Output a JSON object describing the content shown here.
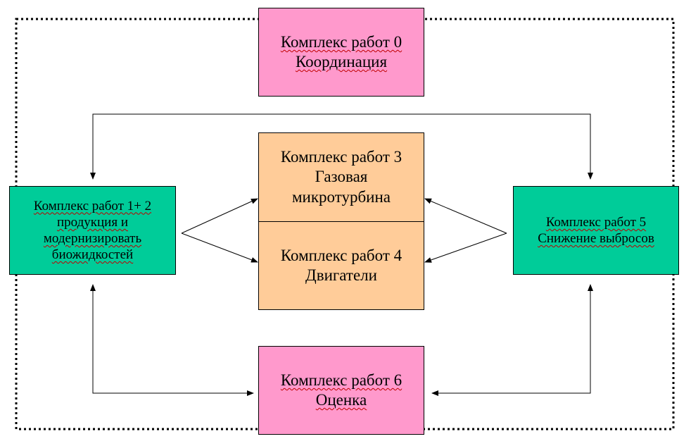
{
  "diagram": {
    "boxes": {
      "wp0": {
        "lines": [
          "Комплекс работ 0",
          "Координация"
        ],
        "color": "#ff99cc"
      },
      "wp3": {
        "lines": [
          "Комплекс работ 3",
          "Газовая",
          "микротурбина"
        ],
        "color": "#ffcc99"
      },
      "wp4": {
        "lines": [
          "Комплекс работ 4",
          "Двигатели"
        ],
        "color": "#ffcc99"
      },
      "wp12": {
        "lines": [
          "Комплекс работ 1+ 2",
          "продукция и",
          "модернизировать",
          "биожидкостей"
        ],
        "color": "#00cc99"
      },
      "wp5": {
        "lines": [
          "Комплекс работ 5",
          "Снижение выбросов"
        ],
        "color": "#00cc99"
      },
      "wp6": {
        "lines": [
          "Комплекс работ 6",
          "Оценка"
        ],
        "color": "#ff99cc"
      }
    },
    "border_style": "dotted"
  }
}
